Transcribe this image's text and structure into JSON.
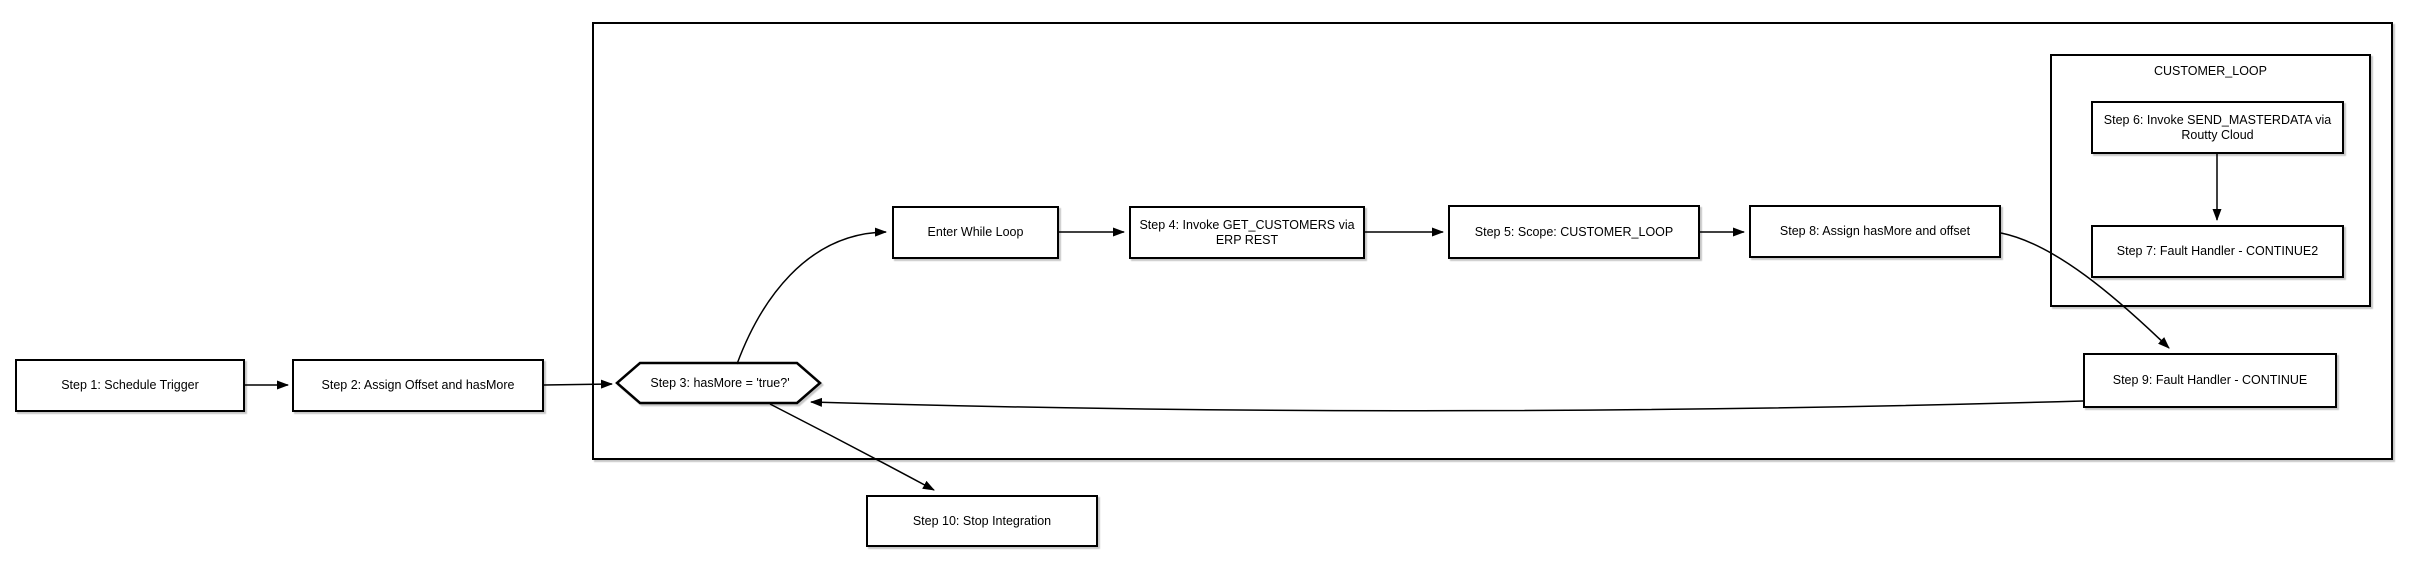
{
  "diagram": {
    "background_color": "#ffffff",
    "line_color": "#000000",
    "text_color": "#000000",
    "node_fill_color": "#ffffff"
  },
  "nodes": {
    "step1": {
      "label": "Step 1: Schedule Trigger",
      "shape": "rectangle"
    },
    "step2": {
      "label": "Step 2: Assign Offset and hasMore",
      "shape": "rectangle"
    },
    "step3": {
      "label": "Step 3: hasMore = 'true?'",
      "shape": "hexagon-decision"
    },
    "enter_while_loop": {
      "label": "Enter While Loop",
      "shape": "rectangle"
    },
    "step4": {
      "label": "Step 4: Invoke GET_CUSTOMERS via ERP REST",
      "shape": "rectangle"
    },
    "step5": {
      "label": "Step 5: Scope: CUSTOMER_LOOP",
      "shape": "rectangle"
    },
    "step6": {
      "label": "Step 6: Invoke SEND_MASTERDATA via Routty Cloud",
      "shape": "rectangle"
    },
    "step7": {
      "label": "Step 7: Fault Handler - CONTINUE2",
      "shape": "rectangle"
    },
    "step8": {
      "label": "Step 8: Assign hasMore and offset",
      "shape": "rectangle"
    },
    "step9": {
      "label": "Step 9: Fault Handler - CONTINUE",
      "shape": "rectangle"
    },
    "step10": {
      "label": "Step 10: Stop Integration",
      "shape": "rectangle"
    },
    "while_loop_container": {
      "label": "",
      "shape": "group-container"
    },
    "customer_loop": {
      "label": "CUSTOMER_LOOP",
      "shape": "group-container"
    }
  },
  "edges": [
    {
      "from": "step1",
      "to": "step2"
    },
    {
      "from": "step2",
      "to": "step3"
    },
    {
      "from": "step3",
      "to": "enter_while_loop"
    },
    {
      "from": "enter_while_loop",
      "to": "step4"
    },
    {
      "from": "step4",
      "to": "step5"
    },
    {
      "from": "step5",
      "to": "step8"
    },
    {
      "from": "step6",
      "to": "step7"
    },
    {
      "from": "step8",
      "to": "step9"
    },
    {
      "from": "step9",
      "to": "step3"
    },
    {
      "from": "step3",
      "to": "step10"
    }
  ]
}
